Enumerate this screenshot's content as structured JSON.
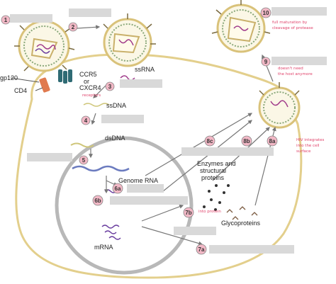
{
  "steps": {
    "s1": "1",
    "s2": "2",
    "s3": "3",
    "s4": "4",
    "s5": "5",
    "s6a": "6a",
    "s6b": "6b",
    "s7a": "7a",
    "s7b": "7b",
    "s8a": "8a",
    "s8b": "8b",
    "s8c": "8c",
    "s9": "9",
    "s10": "10"
  },
  "labels": {
    "gp120": "gp120",
    "cd4": "CD4",
    "ccr5": "CCR5",
    "or": "or",
    "cxcr4": "CXCR4",
    "ssrna": "ssRNA",
    "ssdna": "ssDNA",
    "dsdna": "dsDNA",
    "genome_rna": "Genome RNA",
    "enzymes_1": "Enzymes and",
    "enzymes_2": "structural",
    "enzymes_3": "proteins",
    "mrna": "mRNA",
    "glycoproteins": "Glycoproteins"
  },
  "notes": {
    "receptors": "receptors",
    "full_maturation_1": "full maturation by",
    "full_maturation_2": "cleavage of protease",
    "doesnt_need_1": "doesn't need",
    "doesnt_need_2": "the host anymore",
    "hiv_integrates_1": "HIV integrates",
    "hiv_integrates_2": "into the cell",
    "hiv_integrates_3": "surface",
    "into_protein": "into protein"
  },
  "colors": {
    "cell_membrane": "#e3cf8c",
    "nucleus": "#b8b8b8",
    "step_badge": "#f2b8c6",
    "arrow_fill": "#ffffff",
    "handwriting": "#e0436b",
    "blank_box": "#d9d9d9"
  }
}
